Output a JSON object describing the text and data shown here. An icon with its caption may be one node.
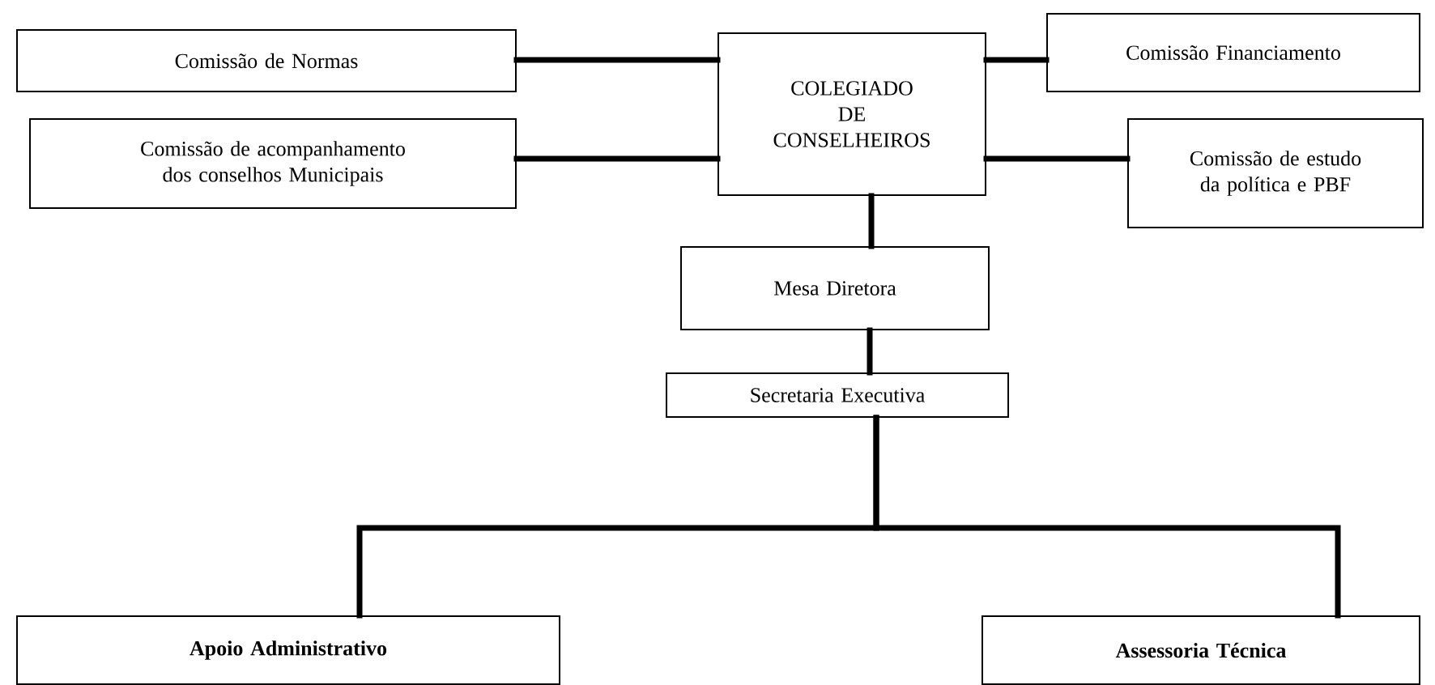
{
  "diagram": {
    "nodes": [
      {
        "text": [
          "COLEGIADO DE CONSELHEIROS"
        ]
      },
      {
        "text": [
          "Comissão de Normas"
        ]
      },
      {
        "text": [
          "Comissão Financiamento"
        ]
      },
      {
        "text": [
          "Comissão de acompanhamento dos conselhos Municipais"
        ]
      },
      {
        "text": [
          "Comissão de estudo da política e PBF"
        ]
      },
      {
        "text": [
          "Mesa Diretora"
        ]
      },
      {
        "text": [
          "Secretaria Executiva"
        ]
      },
      {
        "text": [
          "Apoio Administrativo"
        ]
      },
      {
        "text": [
          "Assessoria Técnica"
        ]
      }
    ],
    "edges": [
      {
        "from": 1,
        "to": 0,
        "arrow": "none"
      },
      {
        "from": 0,
        "to": 2,
        "arrow": "none"
      },
      {
        "from": 3,
        "to": 0,
        "arrow": "none"
      },
      {
        "from": 0,
        "to": 4,
        "arrow": "none"
      },
      {
        "from": 0,
        "to": 5,
        "arrow": "none"
      },
      {
        "from": 5,
        "to": 6,
        "arrow": "none"
      },
      {
        "from": 6,
        "to": 7,
        "arrow": "none"
      },
      {
        "from": 6,
        "to": 8,
        "arrow": "none"
      }
    ]
  }
}
